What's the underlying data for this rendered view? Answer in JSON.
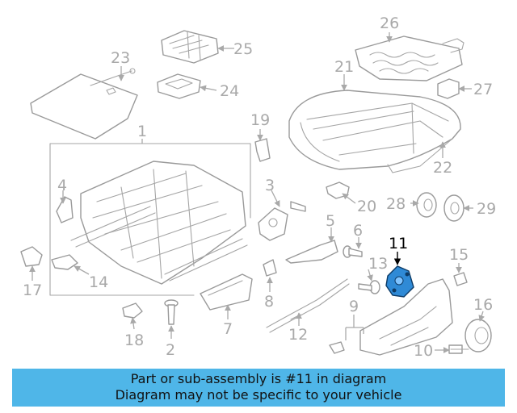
{
  "diagram": {
    "highlighted_part": "11",
    "highlight_color": "#2f8ad6",
    "labels": [
      "1",
      "2",
      "3",
      "4",
      "5",
      "6",
      "7",
      "8",
      "9",
      "10",
      "11",
      "12",
      "13",
      "14",
      "15",
      "16",
      "17",
      "18",
      "19",
      "20",
      "21",
      "22",
      "23",
      "24",
      "25",
      "26",
      "27",
      "28",
      "29"
    ]
  },
  "banner": {
    "line1": "Part or sub-assembly is #11 in diagram",
    "line2": "Diagram may not be specific to your vehicle",
    "background": "#4fb6e8"
  }
}
